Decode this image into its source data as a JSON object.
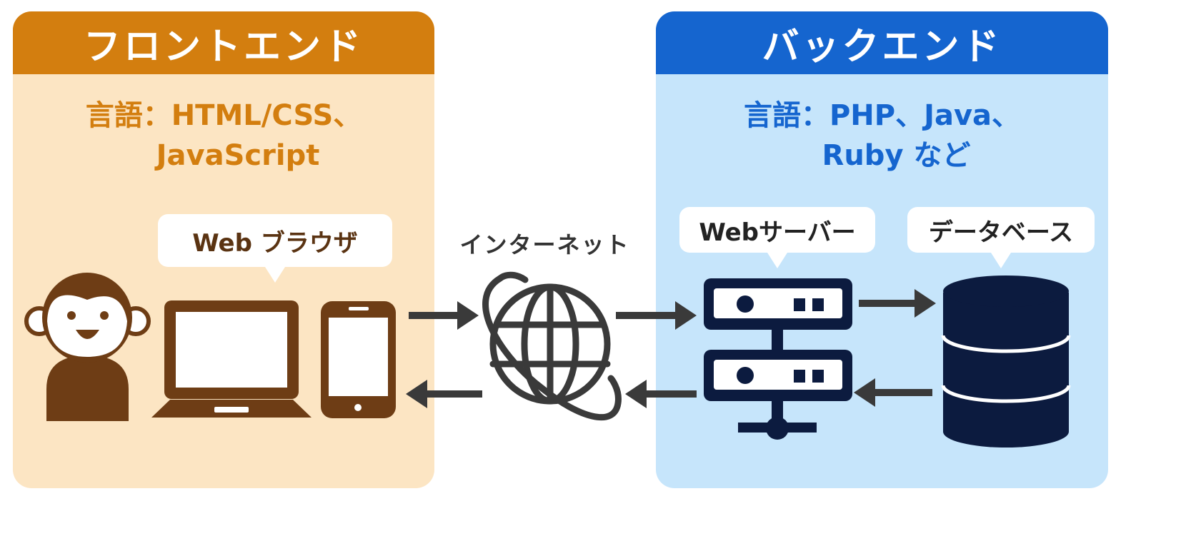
{
  "frontend": {
    "title": "フロントエンド",
    "lang_line1": "言語：HTML/CSS、",
    "lang_line2": "JavaScript",
    "bubble": "Web ブラウザ",
    "color": "#d37e0f",
    "bg": "#fce5c3"
  },
  "backend": {
    "title": "バックエンド",
    "lang_line1": "言語：PHP、Java、",
    "lang_line2": "Ruby など",
    "server_bubble": "Webサーバー",
    "db_bubble": "データベース",
    "color": "#1565cf",
    "bg": "#c6e5fb"
  },
  "internet": {
    "label": "インターネット"
  },
  "icons": [
    "person-icon",
    "laptop-icon",
    "smartphone-icon",
    "globe-icon",
    "server-icon",
    "database-icon"
  ]
}
